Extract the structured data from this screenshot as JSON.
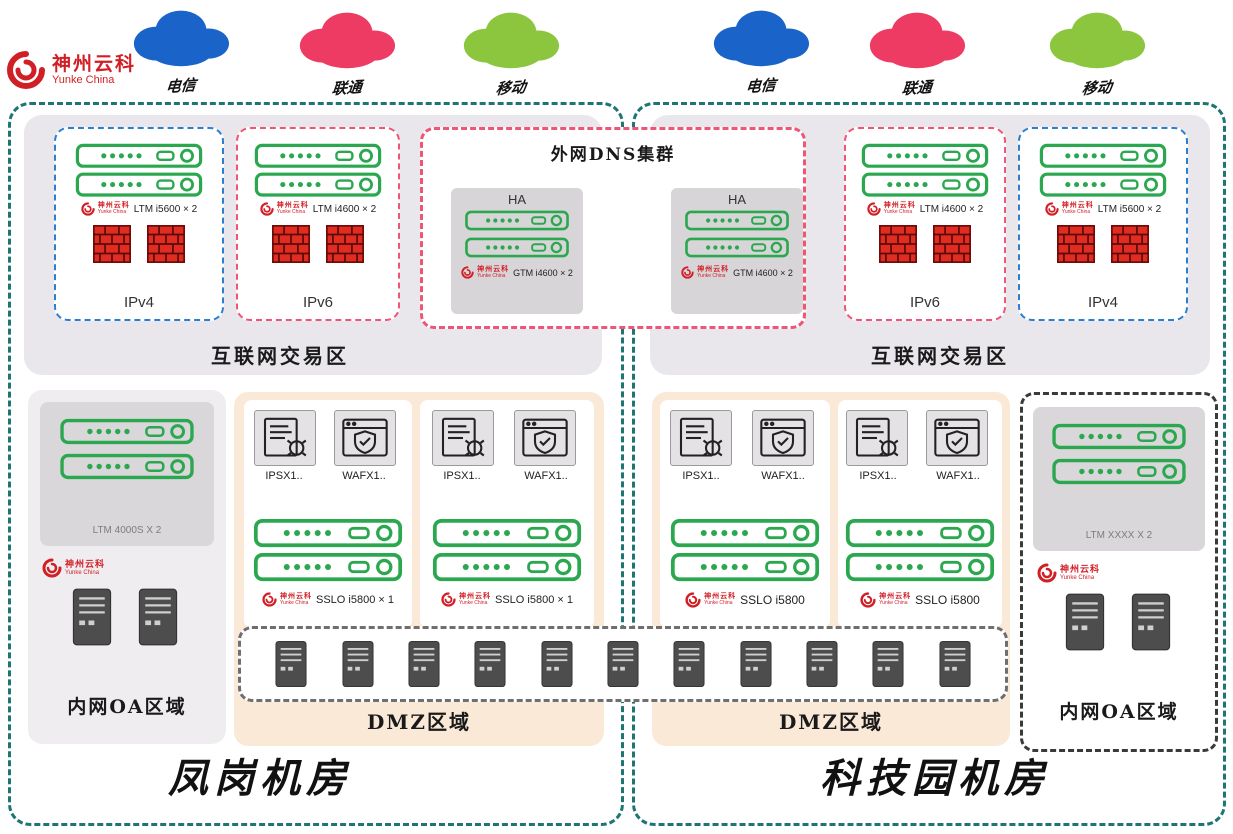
{
  "brand": {
    "cn": "神州云科",
    "en": "Yunke China"
  },
  "colors": {
    "brand_red": "#d11f26",
    "appliance_green": "#2ba84f",
    "telecom_blue": "#1a63c8",
    "unicom_pink": "#ee3b63",
    "mobile_green": "#8cc63e",
    "dc_border_teal": "#1e7672",
    "dmz_peach": "#fbe9d8",
    "zone_gray": "#e9e7eb"
  },
  "isp_clouds": [
    {
      "label": "电信",
      "color": "#1a63c8"
    },
    {
      "label": "联通",
      "color": "#ee3b63"
    },
    {
      "label": "移动",
      "color": "#8cc63e"
    },
    {
      "label": "电信",
      "color": "#1a63c8"
    },
    {
      "label": "联通",
      "color": "#ee3b63"
    },
    {
      "label": "移动",
      "color": "#8cc63e"
    }
  ],
  "dns": {
    "title": "外网DNS集群",
    "ha": "HA",
    "gtm": "GTM i4600 × 2"
  },
  "left_dc": {
    "name": "凤岗机房",
    "internet_zone_label": "互联网交易区",
    "ipv4": {
      "device": "LTM i5600 × 2",
      "label": "IPv4"
    },
    "ipv6": {
      "device": "LTM i4600 × 2",
      "label": "IPv6"
    },
    "oa": {
      "device": "LTM 4000S X 2",
      "label": "内网OA区域"
    },
    "dmz": {
      "label": "DMZ区域",
      "ips": "IPSX1..",
      "waf": "WAFX1..",
      "sslo": "SSLO i5800 × 1"
    }
  },
  "right_dc": {
    "name": "科技园机房",
    "internet_zone_label": "互联网交易区",
    "ipv6": {
      "device": "LTM i4600 × 2",
      "label": "IPv6"
    },
    "ipv4": {
      "device": "LTM i5600 × 2",
      "label": "IPv4"
    },
    "oa": {
      "device": "LTM XXXX X 2",
      "label": "内网OA区域"
    },
    "dmz": {
      "label": "DMZ区域",
      "ips": "IPSX1..",
      "waf": "WAFX1..",
      "sslo": "SSLO i5800"
    }
  }
}
